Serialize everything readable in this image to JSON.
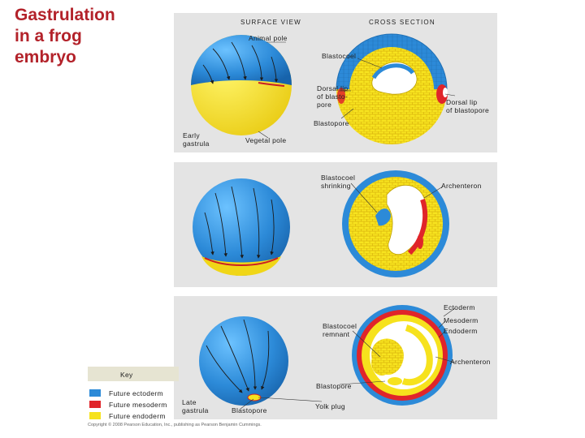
{
  "title": {
    "lines": [
      "Gastrulation",
      "in a frog",
      "embryo"
    ]
  },
  "colors": {
    "title_red": "#b3222a",
    "ectoderm_blue": "#2c8ad8",
    "mesoderm_red": "#e0252a",
    "endoderm_yellow": "#f6e21d",
    "panel_gray": "#e4e4e4"
  },
  "labels": {
    "surface_view": "SURFACE VIEW",
    "cross_section": "CROSS SECTION",
    "animal_pole": "Animal pole",
    "blastocoel": "Blastocoel",
    "dorsal_lip_left": [
      "Dorsal lip",
      "of blasto-",
      "pore"
    ],
    "dorsal_lip_right": [
      "Dorsal lip",
      "of blastopore"
    ],
    "blastopore_1": "Blastopore",
    "early_gastrula": [
      "Early",
      "gastrula"
    ],
    "vegetal_pole": "Vegetal pole",
    "blastocoel_shrinking": [
      "Blastocoel",
      "shrinking"
    ],
    "archenteron_2": "Archenteron",
    "ectoderm": "Ectoderm",
    "mesoderm": "Mesoderm",
    "endoderm": "Endoderm",
    "blastocoel_remnant": [
      "Blastocoel",
      "remnant"
    ],
    "archenteron_3": "Archenteron",
    "blastopore_3": "Blastopore",
    "late_gastrula": [
      "Late",
      "gastrula"
    ],
    "blastopore_surface": "Blastopore",
    "yolk_plug": "Yolk plug"
  },
  "key": {
    "heading": "Key",
    "items": [
      {
        "label": "Future ectoderm",
        "color": "#2c8ad8"
      },
      {
        "label": "Future mesoderm",
        "color": "#e0252a"
      },
      {
        "label": "Future endoderm",
        "color": "#f6e21d"
      }
    ]
  },
  "copyright": "Copyright © 2008 Pearson Education, Inc., publishing as Pearson Benjamin Cummings."
}
